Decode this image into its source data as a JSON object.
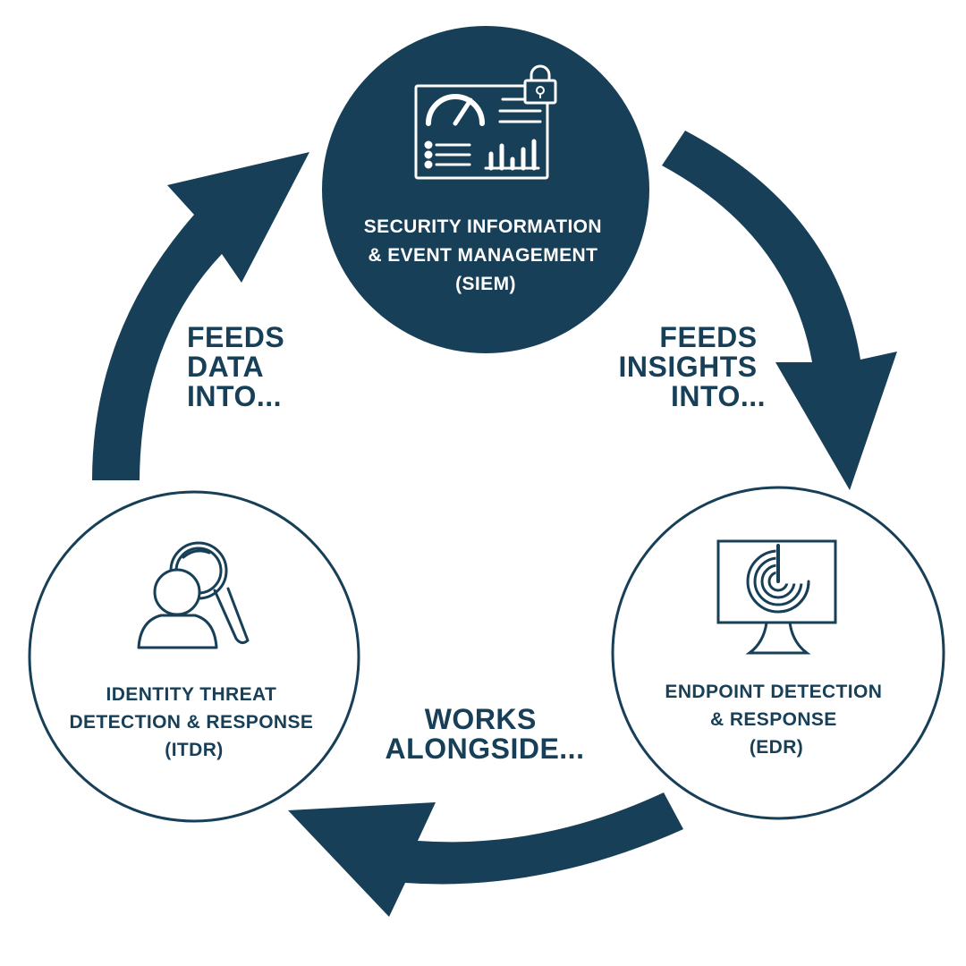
{
  "colors": {
    "primary": "#173f57",
    "background": "#ffffff",
    "on_primary": "#ffffff"
  },
  "nodes": {
    "siem": {
      "icon": "dashboard-lock-icon",
      "lines": [
        "SECURITY INFORMATION",
        "& EVENT MANAGEMENT",
        "(SIEM)"
      ]
    },
    "edr": {
      "icon": "monitor-radar-icon",
      "lines": [
        "ENDPOINT DETECTION",
        "& RESPONSE",
        "(EDR)"
      ]
    },
    "itdr": {
      "icon": "user-magnifier-icon",
      "lines": [
        "IDENTITY THREAT",
        "DETECTION & RESPONSE",
        "(ITDR)"
      ]
    }
  },
  "arrows": {
    "siem_to_edr": {
      "lines": [
        "FEEDS",
        "INSIGHTS",
        "INTO..."
      ]
    },
    "edr_to_itdr": {
      "lines": [
        "WORKS",
        "ALONGSIDE..."
      ]
    },
    "itdr_to_siem": {
      "lines": [
        "FEEDS",
        "DATA",
        "INTO..."
      ]
    }
  }
}
